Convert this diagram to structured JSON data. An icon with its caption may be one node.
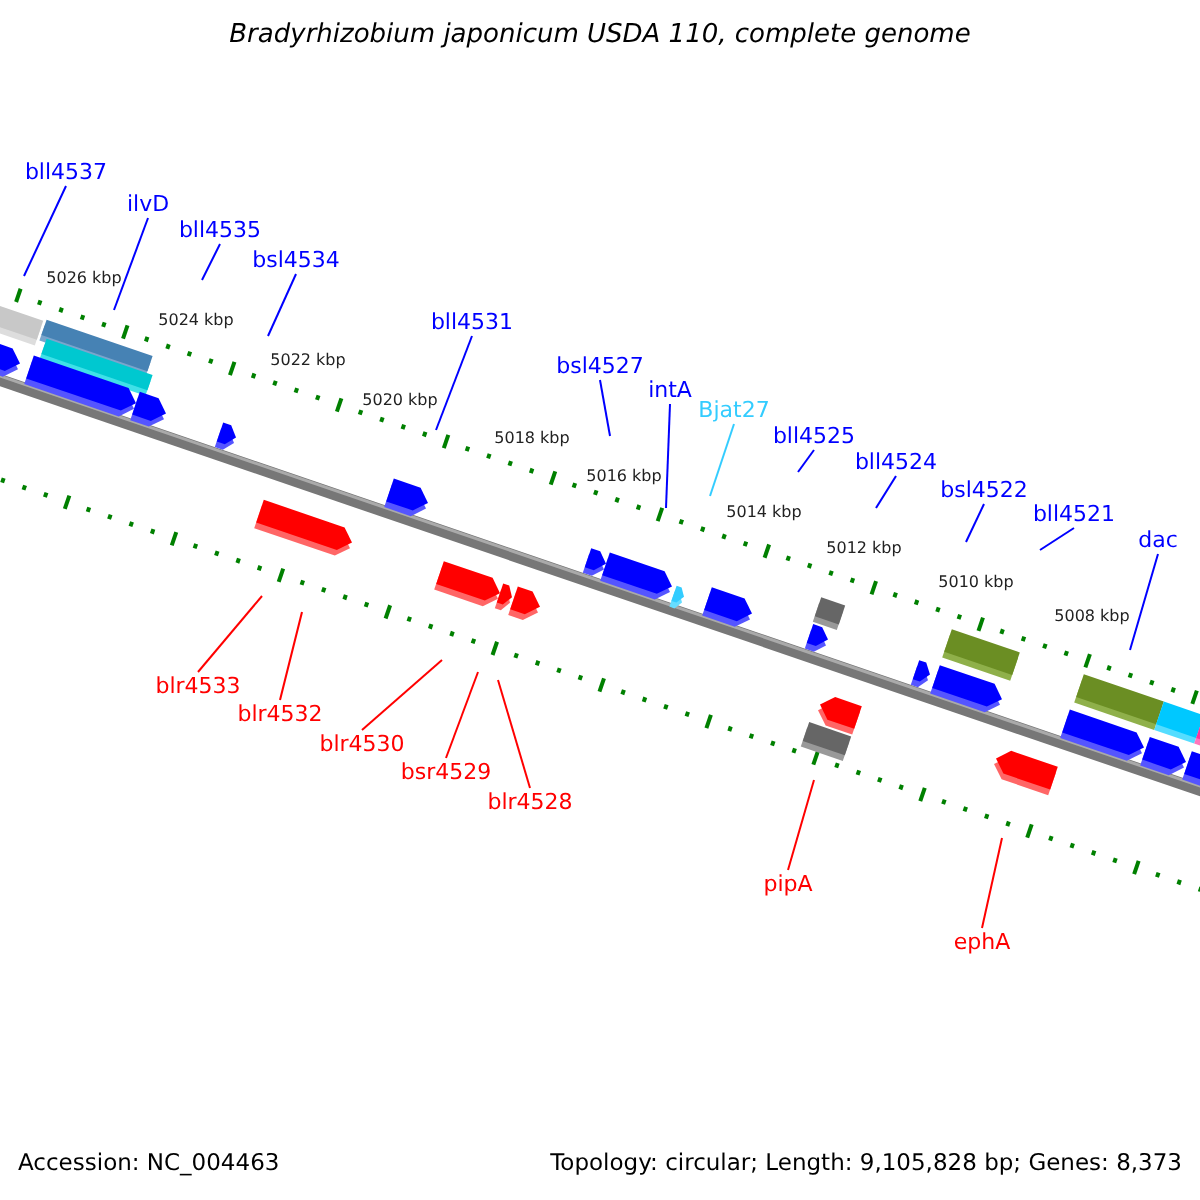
{
  "diagram": {
    "title": "Bradyrhizobium japonicum USDA 110, complete genome",
    "nodes": [
      {
        "text": [
          "bll4537"
        ]
      },
      {
        "text": [
          "ilvD"
        ]
      },
      {
        "text": [
          "bll4535"
        ]
      },
      {
        "text": [
          "bsl4534"
        ]
      },
      {
        "text": [
          "bll4531"
        ]
      },
      {
        "text": [
          "bsl4527"
        ]
      },
      {
        "text": [
          "intA"
        ]
      },
      {
        "text": [
          "Bjat27"
        ]
      },
      {
        "text": [
          "bll4525"
        ]
      },
      {
        "text": [
          "bll4524"
        ]
      },
      {
        "text": [
          "bsl4522"
        ]
      },
      {
        "text": [
          "bll4521"
        ]
      },
      {
        "text": [
          "dac"
        ]
      },
      {
        "text": [
          "blr4533"
        ]
      },
      {
        "text": [
          "blr4532"
        ]
      },
      {
        "text": [
          "blr4530"
        ]
      },
      {
        "text": [
          "bsr4529"
        ]
      },
      {
        "text": [
          "blr4528"
        ]
      },
      {
        "text": [
          "pipA"
        ]
      },
      {
        "text": [
          "ephA"
        ]
      }
    ],
    "edges": [
      {
        "from": 0,
        "to": null,
        "arrow": "none"
      },
      {
        "from": 1,
        "to": null,
        "arrow": "none"
      },
      {
        "from": 2,
        "to": null,
        "arrow": "none"
      },
      {
        "from": 3,
        "to": null,
        "arrow": "none"
      },
      {
        "from": 4,
        "to": null,
        "arrow": "none"
      },
      {
        "from": 5,
        "to": null,
        "arrow": "none"
      },
      {
        "from": 6,
        "to": null,
        "arrow": "none"
      },
      {
        "from": 7,
        "to": null,
        "arrow": "none",
        "color": "#33ccff"
      },
      {
        "from": 8,
        "to": null,
        "arrow": "none"
      },
      {
        "from": 9,
        "to": null,
        "arrow": "none"
      },
      {
        "from": 10,
        "to": null,
        "arrow": "none"
      },
      {
        "from": 11,
        "to": null,
        "arrow": "none"
      },
      {
        "from": 12,
        "to": null,
        "arrow": "none"
      },
      {
        "from": 13,
        "to": null,
        "arrow": "none",
        "color": "#ff0000"
      },
      {
        "from": 14,
        "to": null,
        "arrow": "none",
        "color": "#ff0000"
      },
      {
        "from": 15,
        "to": null,
        "arrow": "none",
        "color": "#ff0000"
      },
      {
        "from": 16,
        "to": null,
        "arrow": "none",
        "color": "#ff0000"
      },
      {
        "from": 17,
        "to": null,
        "arrow": "none",
        "color": "#ff0000"
      },
      {
        "from": 18,
        "to": null,
        "arrow": "none",
        "color": "#ff0000"
      },
      {
        "from": 19,
        "to": null,
        "arrow": "none",
        "color": "#ff0000"
      }
    ],
    "labels": [
      "5026 kbp",
      "5024 kbp",
      "5022 kbp",
      "5020 kbp",
      "5018 kbp",
      "5016 kbp",
      "5014 kbp",
      "5012 kbp",
      "5010 kbp",
      "5008 kbp",
      "Accession: NC_004463",
      "Topology: circular; Length: 9,105,828 bp; Genes: 8,373"
    ]
  }
}
